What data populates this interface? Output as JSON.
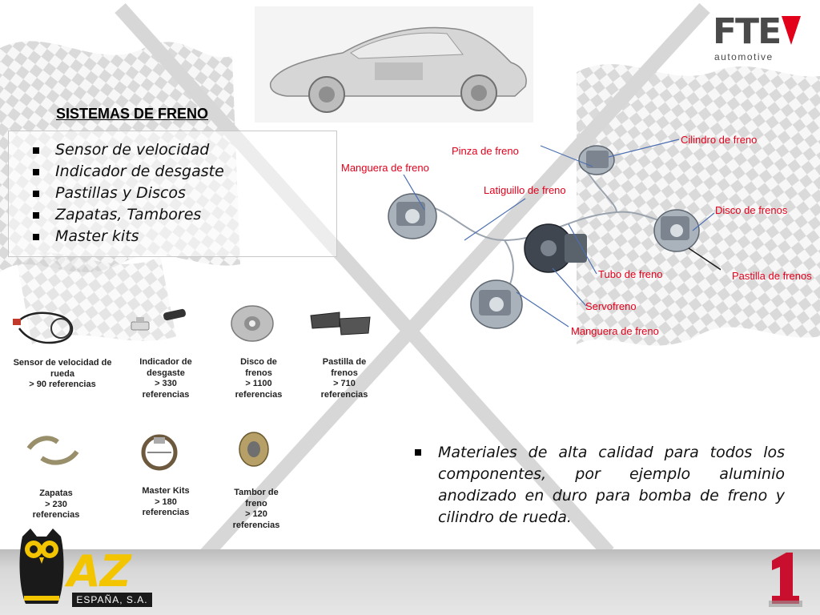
{
  "brand": {
    "fte_name": "FTE",
    "fte_sub": "automotive",
    "az_name": "AZ",
    "az_sub": "ESPAÑA, S.A."
  },
  "systems": {
    "title": "SISTEMAS DE  FRENO",
    "items": [
      "Sensor de velocidad",
      "Indicador de desgaste",
      "Pastillas y Discos",
      "Zapatas, Tambores",
      "Master kits"
    ]
  },
  "diagram": {
    "callouts": [
      "Cilindro de freno",
      "Pinza de freno",
      "Manguera de freno",
      "Latiguillo de freno",
      "Disco de frenos",
      "Tubo de freno",
      "Pastilla de frenos",
      "Servofreno",
      "Manguera de freno"
    ]
  },
  "products": [
    {
      "name": "Sensor de velocidad de rueda",
      "refs": "> 90 referencias"
    },
    {
      "name": "Indicador de desgaste",
      "refs": "> 330 referencias"
    },
    {
      "name": "Disco de frenos",
      "refs": "> 1100 referencias"
    },
    {
      "name": "Pastilla de frenos",
      "refs": "> 710 referencias"
    },
    {
      "name": "Zapatas",
      "refs": "> 230 referencias"
    },
    {
      "name": "Master Kits",
      "refs": "> 180 referencias"
    },
    {
      "name": "Tambor de freno",
      "refs": "> 120 referencias"
    }
  ],
  "materials": {
    "text": "Materiales de alta calidad para todos los componentes, por ejemplo aluminio anodizado en duro para bomba de freno y cilindro de rueda."
  },
  "colors": {
    "callout": "#e3001b",
    "fte_red": "#e3001b",
    "az_yellow": "#f3c500"
  },
  "icons": [
    "checkered-flag-icon",
    "owl-icon",
    "number-one-icon"
  ]
}
